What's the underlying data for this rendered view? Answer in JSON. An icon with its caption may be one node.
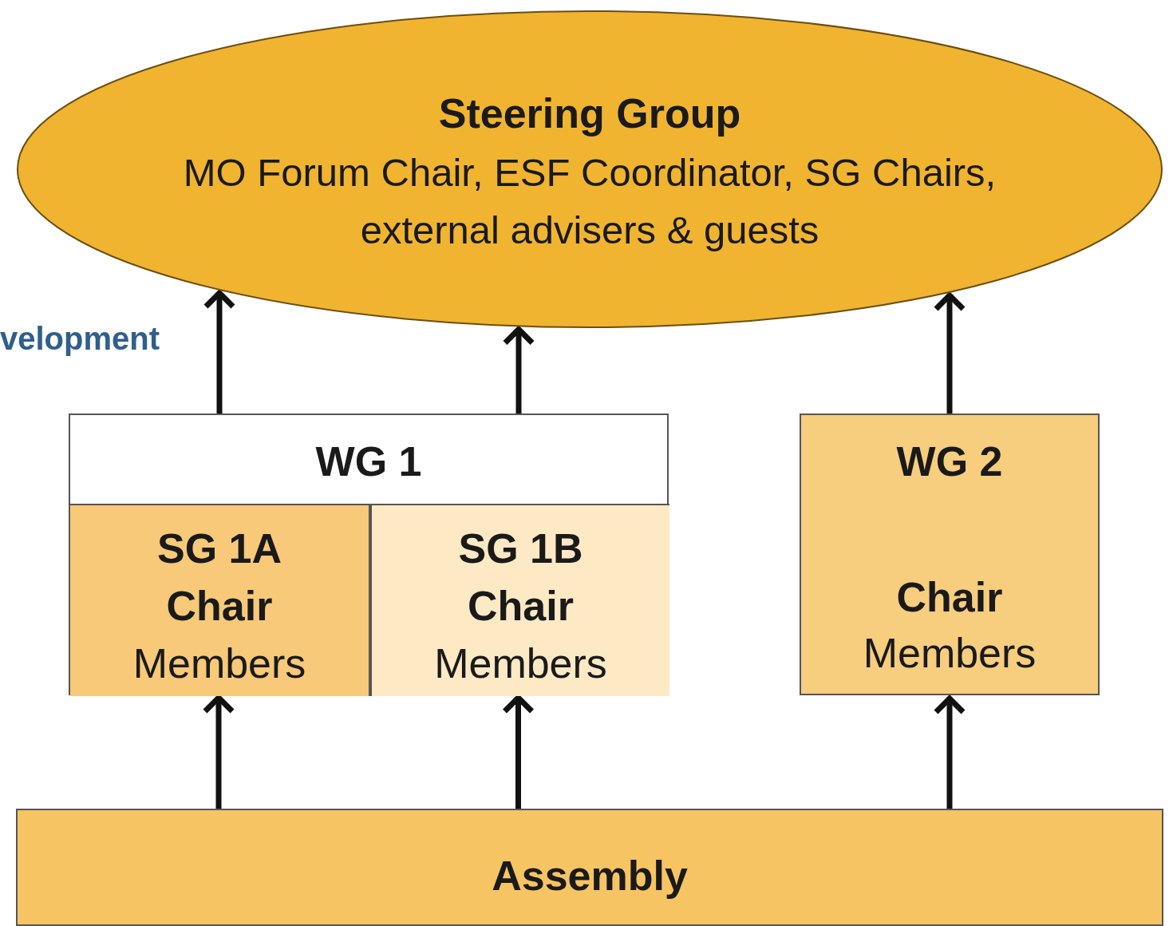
{
  "diagram": {
    "nodes": [
      {
        "text": [
          "Steering Group",
          "MO Forum Chair, ESF Coordinator, SG Chairs, external advisers & guests"
        ]
      },
      {
        "text": [
          "WG 1"
        ]
      },
      {
        "text": [
          "SG 1A",
          "Chair",
          "Members"
        ],
        "in": 1
      },
      {
        "text": [
          "SG 1B",
          "Chair",
          "Members"
        ],
        "in": 1
      },
      {
        "text": [
          "WG 2",
          "Chair",
          "Members"
        ]
      },
      {
        "text": [
          "Assembly"
        ]
      }
    ],
    "edges": [
      {
        "from": 1,
        "to": 0,
        "arrow": "to"
      },
      {
        "from": 1,
        "to": 0,
        "arrow": "to"
      },
      {
        "from": 4,
        "to": 0,
        "arrow": "to"
      },
      {
        "from": 5,
        "to": 2,
        "arrow": "to"
      },
      {
        "from": 5,
        "to": 3,
        "arrow": "to"
      },
      {
        "from": 5,
        "to": 4,
        "arrow": "to"
      }
    ],
    "labels": [
      "velopment"
    ]
  }
}
